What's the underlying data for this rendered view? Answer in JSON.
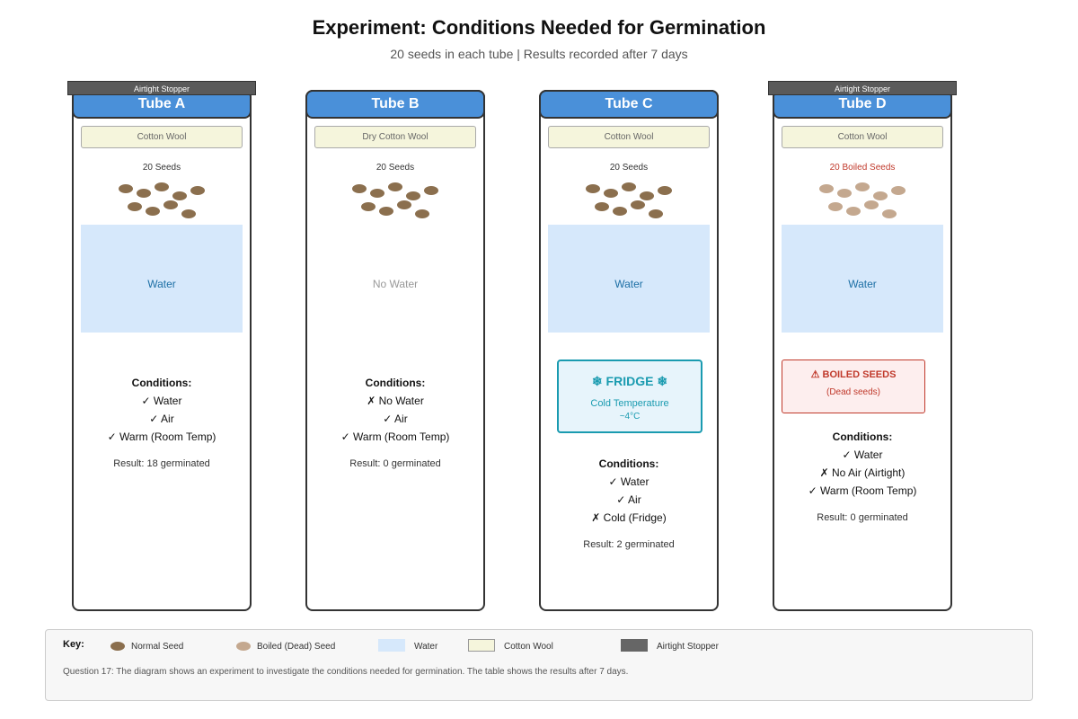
{
  "title": "Experiment: Conditions Needed for Germination",
  "subtitle": "20 seeds in each tube | Results recorded after 7 days",
  "colors": {
    "tube_header": "#4a90d9",
    "normal_seed": "#8b6f4e",
    "boiled_seed": "#c4a88f",
    "water": "#d6e8fb",
    "cotton_wool": "#f5f5dc",
    "stopper": "#5a5a5a",
    "fridge_accent": "#1a9bb0",
    "boiled_accent": "#c0392b"
  },
  "tubes": [
    {
      "name": "Tube A",
      "stopper": "Airtight Stopper",
      "cotton": "Cotton Wool",
      "seed_label": "20 Seeds",
      "water": "Water",
      "conditions_title": "Conditions:",
      "conditions": [
        "✓ Water",
        "✓ Air",
        "✓ Warm (Room Temp)"
      ],
      "result": "Result: 18 germinated"
    },
    {
      "name": "Tube B",
      "cotton": "Dry Cotton Wool",
      "seed_label": "20 Seeds",
      "water": "No Water",
      "conditions_title": "Conditions:",
      "conditions": [
        "✗ No Water",
        "✓ Air",
        "✓ Warm (Room Temp)"
      ],
      "result": "Result: 0 germinated"
    },
    {
      "name": "Tube C",
      "cotton": "Cotton Wool",
      "seed_label": "20 Seeds",
      "water": "Water",
      "fridge": {
        "title": "❄ FRIDGE ❄",
        "subtitle": "Cold Temperature",
        "temp": "~4°C"
      },
      "conditions_title": "Conditions:",
      "conditions": [
        "✓ Water",
        "✓ Air",
        "✗ Cold (Fridge)"
      ],
      "result": "Result: 2 germinated"
    },
    {
      "name": "Tube D",
      "stopper": "Airtight Stopper",
      "cotton": "Cotton Wool",
      "seed_label": "20 Boiled Seeds",
      "water": "Water",
      "boiled": {
        "title": "⚠ BOILED SEEDS",
        "subtitle": "(Dead seeds)"
      },
      "conditions_title": "Conditions:",
      "conditions": [
        "✓ Water",
        "✗ No Air (Airtight)",
        "✓ Warm (Room Temp)"
      ],
      "result": "Result: 0 germinated"
    }
  ],
  "key": {
    "title": "Key:",
    "normal_seed": "Normal Seed",
    "boiled_seed": "Boiled (Dead) Seed",
    "water": "Water",
    "cotton_wool": "Cotton Wool",
    "stopper": "Airtight Stopper"
  },
  "question": "Question 17: The diagram shows an experiment to investigate the conditions needed for germination. The table shows the results after 7 days."
}
